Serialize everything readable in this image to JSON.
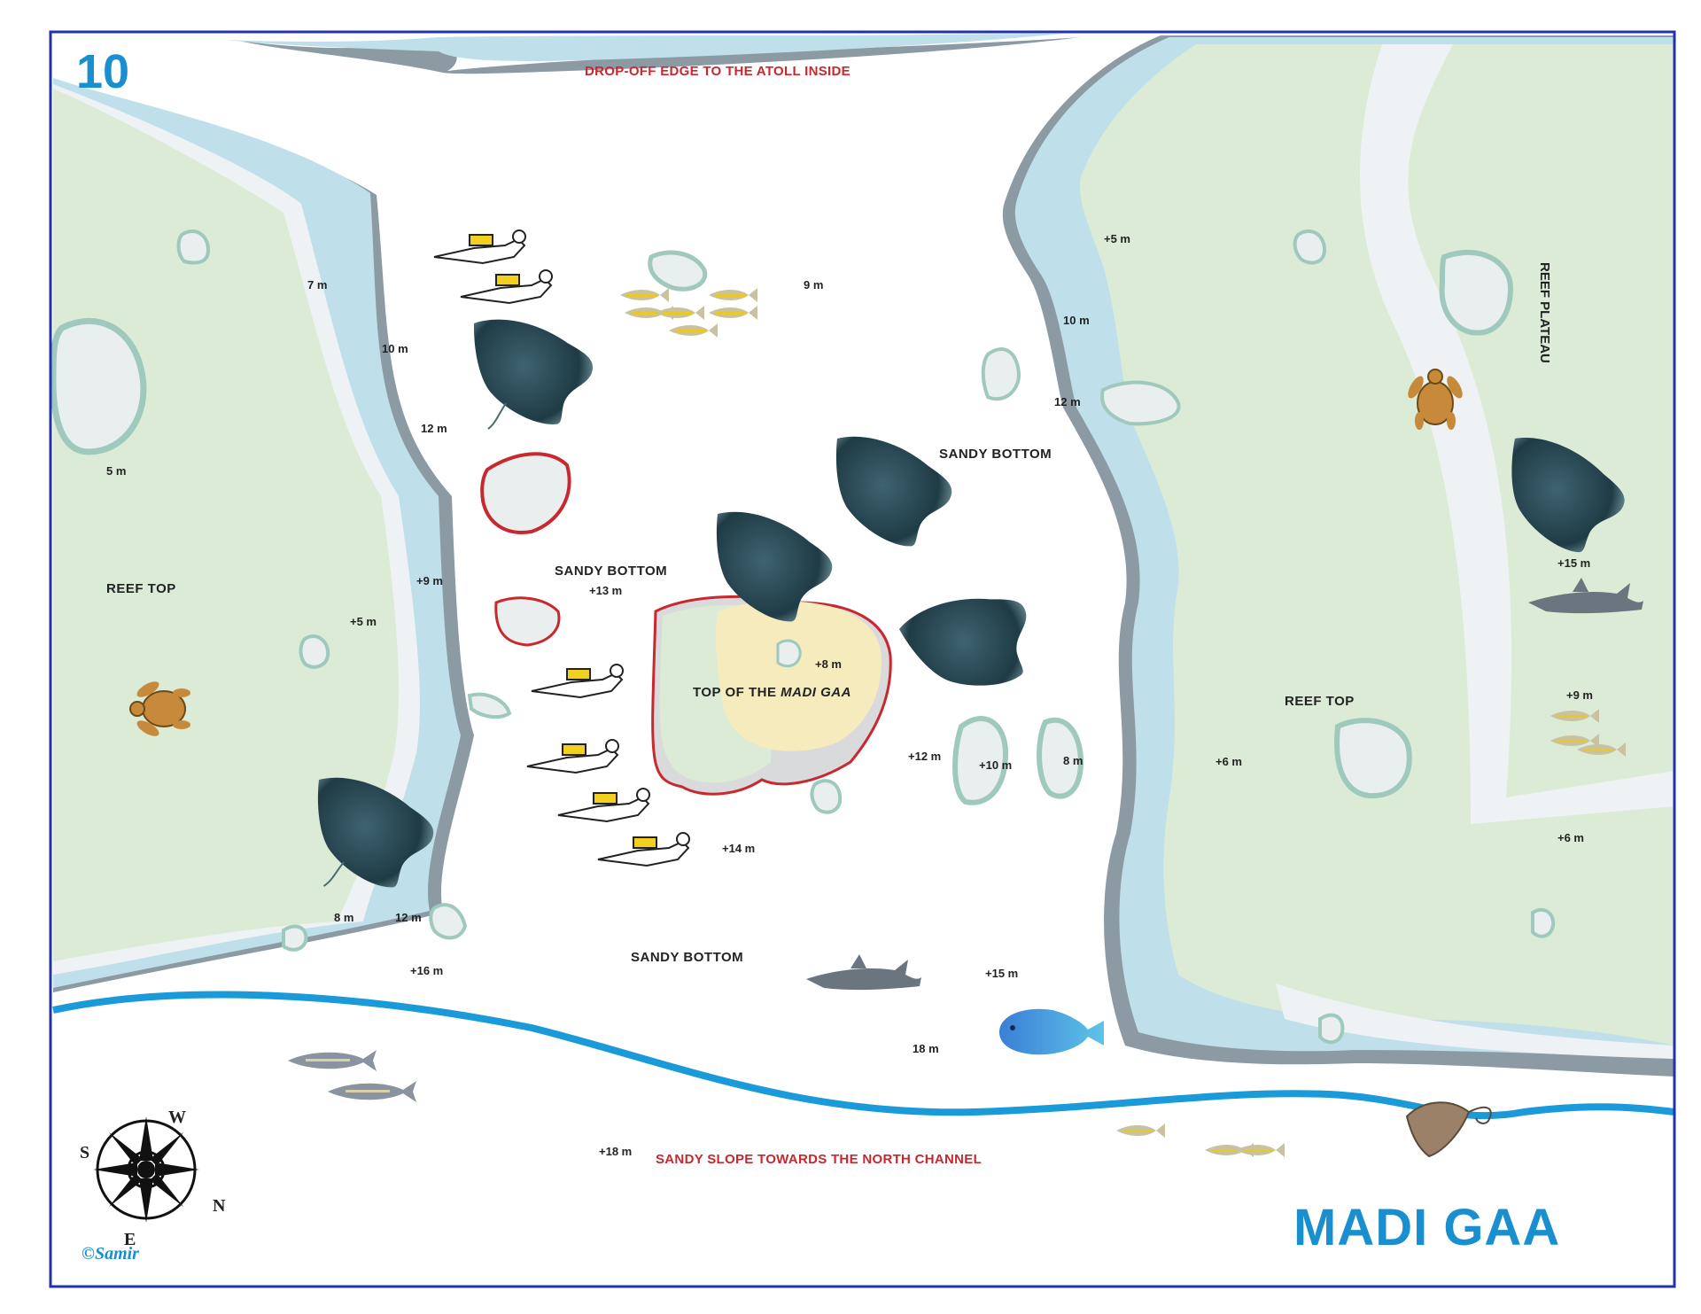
{
  "site_number": "10",
  "site_name": "MADI GAA",
  "copyright": "©Samir",
  "colors": {
    "reef": "#dcebd6",
    "reef_edge": "#bfe0ea",
    "wall": "#8c9aa3",
    "channel_line": "#1a9ad9",
    "coral": "#e8efee",
    "coral_rim": "#9fc9bd",
    "top_reef": "#f6ebbd",
    "accent_red": "#c8282e",
    "title_blue": "#1a8fcf"
  },
  "labels": {
    "drop_off": "DROP-OFF EDGE TO THE ATOLL INSIDE",
    "sandy_slope": "SANDY SLOPE TOWARDS THE NORTH CHANNEL",
    "reef_plateau": "REEF PLATEAU",
    "top_of_the": "TOP OF THE",
    "madi_gaa_italic": "MADI GAA",
    "reef_top_left": "REEF TOP",
    "reef_top_right": "REEF TOP",
    "sandy_bottom_1": "SANDY BOTTOM",
    "sandy_bottom_2": "SANDY BOTTOM",
    "sandy_bottom_3": "SANDY BOTTOM"
  },
  "depths": {
    "d7m": "7 m",
    "d10m_a": "10 m",
    "d12m_a": "12 m",
    "d5m": "5 m",
    "dp9m_a": "+9 m",
    "dp5m_a": "+5 m",
    "d8m_a": "8 m",
    "d12m_b": "12 m",
    "dp16m": "+16 m",
    "d9m": "9 m",
    "dp13m": "+13 m",
    "dp8m": "+8 m",
    "dp14m": "+14 m",
    "dp12m": "+12 m",
    "dp10m": "+10 m",
    "d8m_b": "8 m",
    "dp15m_a": "+15 m",
    "d18m": "18 m",
    "dp18m": "+18 m",
    "dp5m_b": "+5 m",
    "d10m_b": "10 m",
    "d12m_c": "12 m",
    "dp6m_a": "+6 m",
    "dp15m_b": "+15 m",
    "dp9m_b": "+9 m",
    "dp6m_b": "+6 m"
  },
  "compass_letters": {
    "north": "N",
    "south": "S",
    "east": "E",
    "west": "W"
  },
  "icons": [
    "manta-ray-icon",
    "diver-icon",
    "turtle-icon",
    "shark-icon",
    "fish-school-icon",
    "tuna-icon",
    "napoleon-wrasse-icon",
    "stingray-icon",
    "compass-rose-icon"
  ]
}
